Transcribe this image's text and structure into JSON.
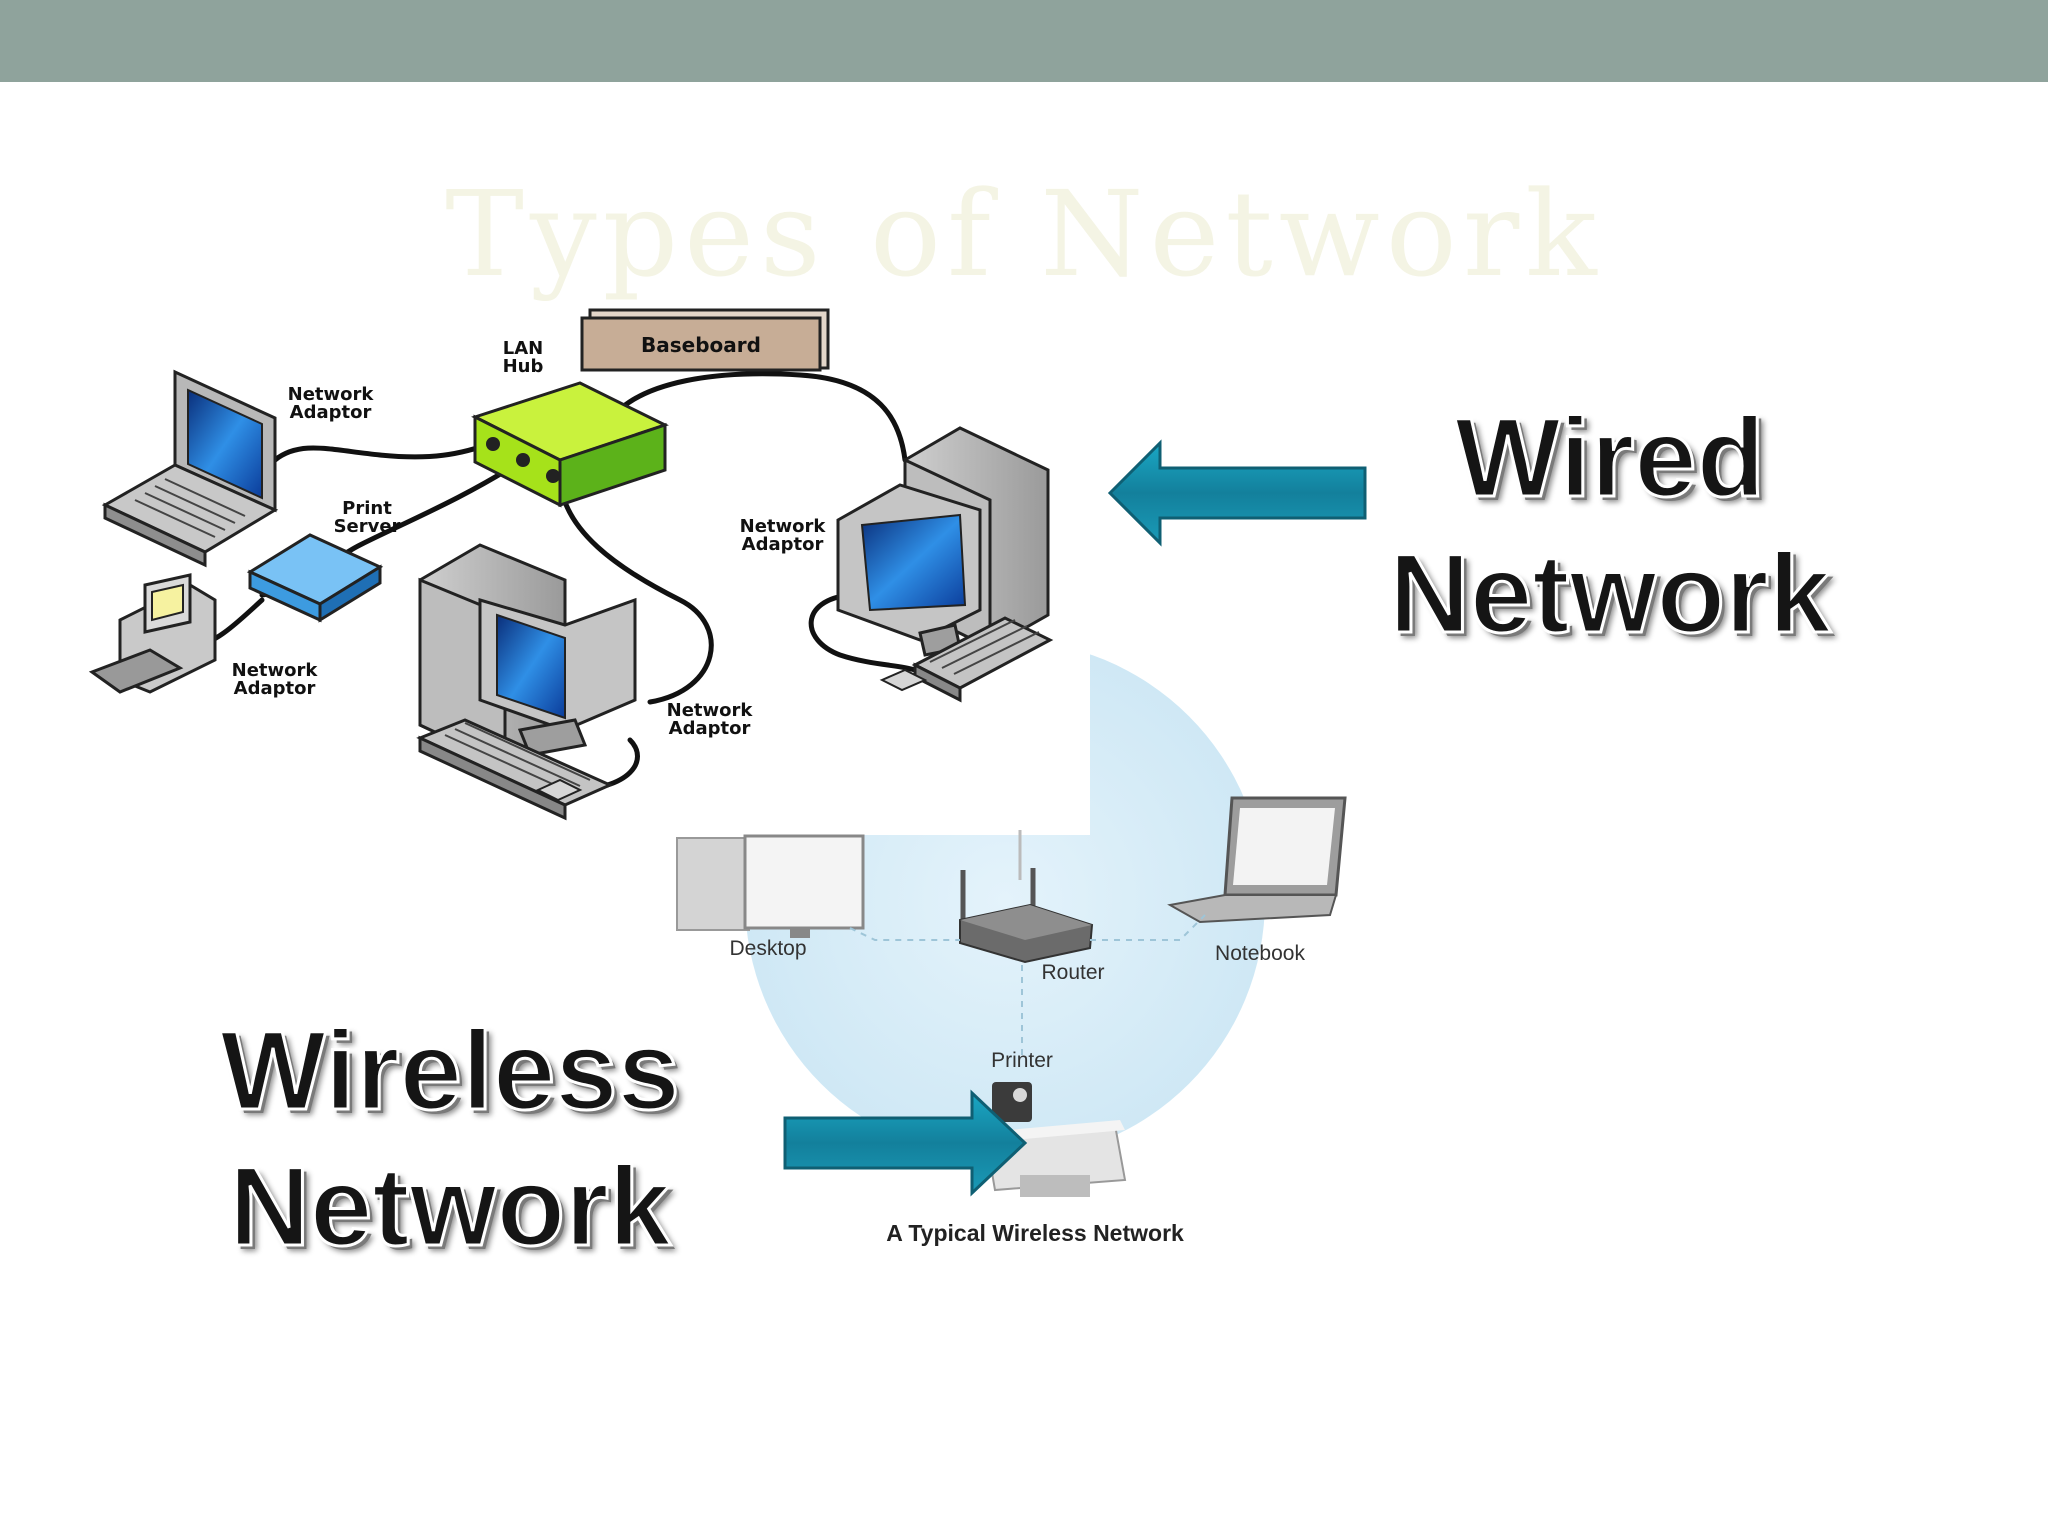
{
  "slide": {
    "title": "Types of Network",
    "wired_label": [
      "Wired",
      "Network"
    ],
    "wireless_label": [
      "Wireless",
      "Network"
    ]
  },
  "wired_diagram": {
    "baseboard": "Baseboard",
    "lan_hub": [
      "LAN",
      "Hub"
    ],
    "print_server": [
      "Print",
      "Server"
    ],
    "network_adaptor": [
      "Network",
      "Adaptor"
    ]
  },
  "wireless_diagram": {
    "desktop": "Desktop",
    "router": "Router",
    "notebook": "Notebook",
    "printer": "Printer",
    "caption": "A Typical Wireless Network"
  },
  "colors": {
    "topbar": "#8fa39c",
    "hub": "#a6e21a",
    "print_server": "#3d9be0",
    "arrow": "#1a95b4",
    "wireless_bubble": "#d6ecf7"
  }
}
